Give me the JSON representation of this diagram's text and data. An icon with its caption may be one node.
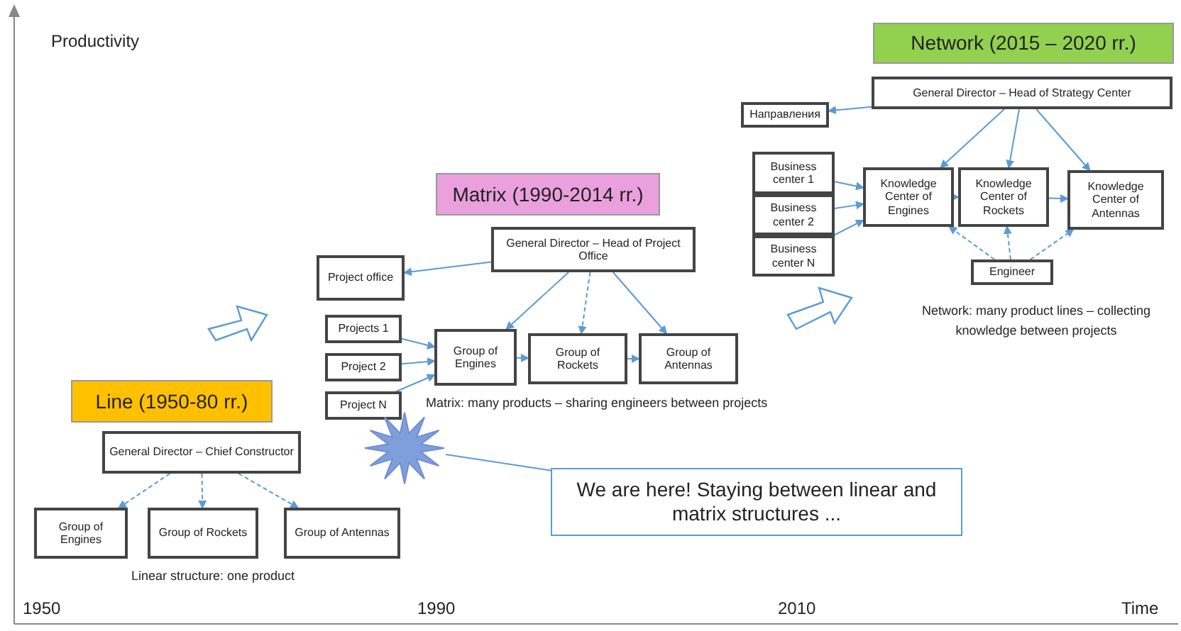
{
  "diagram": {
    "nodes": [
      {
        "text": [
          "Line (1950-80 rr.)"
        ]
      },
      {
        "text": [
          "General Director – Chief Constructor"
        ]
      },
      {
        "text": [
          "Group of Engines"
        ]
      },
      {
        "text": [
          "Group of Rockets"
        ]
      },
      {
        "text": [
          "Group of Antennas"
        ]
      },
      {
        "text": [
          "Matrix (1990-2014 rr.)"
        ]
      },
      {
        "text": [
          "General Director – Head of Project Office"
        ]
      },
      {
        "text": [
          "Project office"
        ]
      },
      {
        "text": [
          "Projects 1"
        ]
      },
      {
        "text": [
          "Project 2"
        ]
      },
      {
        "text": [
          "Project N"
        ]
      },
      {
        "text": [
          "Group of Engines"
        ]
      },
      {
        "text": [
          "Group of Rockets"
        ]
      },
      {
        "text": [
          "Group of Antennas"
        ]
      },
      {
        "text": [
          "Network (2015 – 2020 rr.)"
        ]
      },
      {
        "text": [
          "General Director – Head of Strategy Center"
        ]
      },
      {
        "text": [
          "Направления"
        ]
      },
      {
        "text": [
          "Business center 1"
        ]
      },
      {
        "text": [
          "Business center 2"
        ]
      },
      {
        "text": [
          "Business center N"
        ]
      },
      {
        "text": [
          "Knowledge Center of Engines"
        ]
      },
      {
        "text": [
          "Knowledge Center of Rockets"
        ]
      },
      {
        "text": [
          "Knowledge Center of Antennas"
        ]
      },
      {
        "text": [
          "Engineer"
        ]
      },
      {
        "text": [
          "We are here! Staying between linear and matrix structures ..."
        ]
      },
      {
        "text": [],
        "shape": "star"
      }
    ],
    "edges": [
      {
        "from": 1,
        "to": 2,
        "arrow": "to",
        "style": "dashed"
      },
      {
        "from": 1,
        "to": 3,
        "arrow": "to",
        "style": "dashed"
      },
      {
        "from": 1,
        "to": 4,
        "arrow": "to",
        "style": "dashed"
      },
      {
        "from": 6,
        "to": 7,
        "arrow": "to"
      },
      {
        "from": 6,
        "to": 11,
        "arrow": "to"
      },
      {
        "from": 6,
        "to": 12,
        "arrow": "to",
        "style": "dashed"
      },
      {
        "from": 6,
        "to": 13,
        "arrow": "to"
      },
      {
        "from": 8,
        "to": 11,
        "arrow": "to"
      },
      {
        "from": 9,
        "to": 11,
        "arrow": "to"
      },
      {
        "from": 10,
        "to": 11,
        "arrow": "to"
      },
      {
        "from": 11,
        "to": 12,
        "arrow": "to"
      },
      {
        "from": 12,
        "to": 13,
        "arrow": "to"
      },
      {
        "from": 15,
        "to": 16,
        "arrow": "to"
      },
      {
        "from": 15,
        "to": 20,
        "arrow": "to"
      },
      {
        "from": 15,
        "to": 21,
        "arrow": "to"
      },
      {
        "from": 15,
        "to": 22,
        "arrow": "to"
      },
      {
        "from": 17,
        "to": 20,
        "arrow": "to"
      },
      {
        "from": 18,
        "to": 20,
        "arrow": "to"
      },
      {
        "from": 19,
        "to": 20,
        "arrow": "to"
      },
      {
        "from": 20,
        "to": 21,
        "arrow": "to"
      },
      {
        "from": 21,
        "to": 22,
        "arrow": "to"
      },
      {
        "from": 23,
        "to": 20,
        "arrow": "to",
        "style": "dashed"
      },
      {
        "from": 23,
        "to": 21,
        "arrow": "to",
        "style": "dashed"
      },
      {
        "from": 23,
        "to": 22,
        "arrow": "to",
        "style": "dashed"
      },
      {
        "from": 24,
        "to": 25,
        "arrow": "none"
      }
    ],
    "labels": [
      "Productivity",
      "Linear structure: one product",
      "Matrix: many products – sharing engineers between projects",
      "Network: many product lines – collecting knowledge between projects",
      "1950",
      "1990",
      "2010",
      "Time"
    ]
  }
}
